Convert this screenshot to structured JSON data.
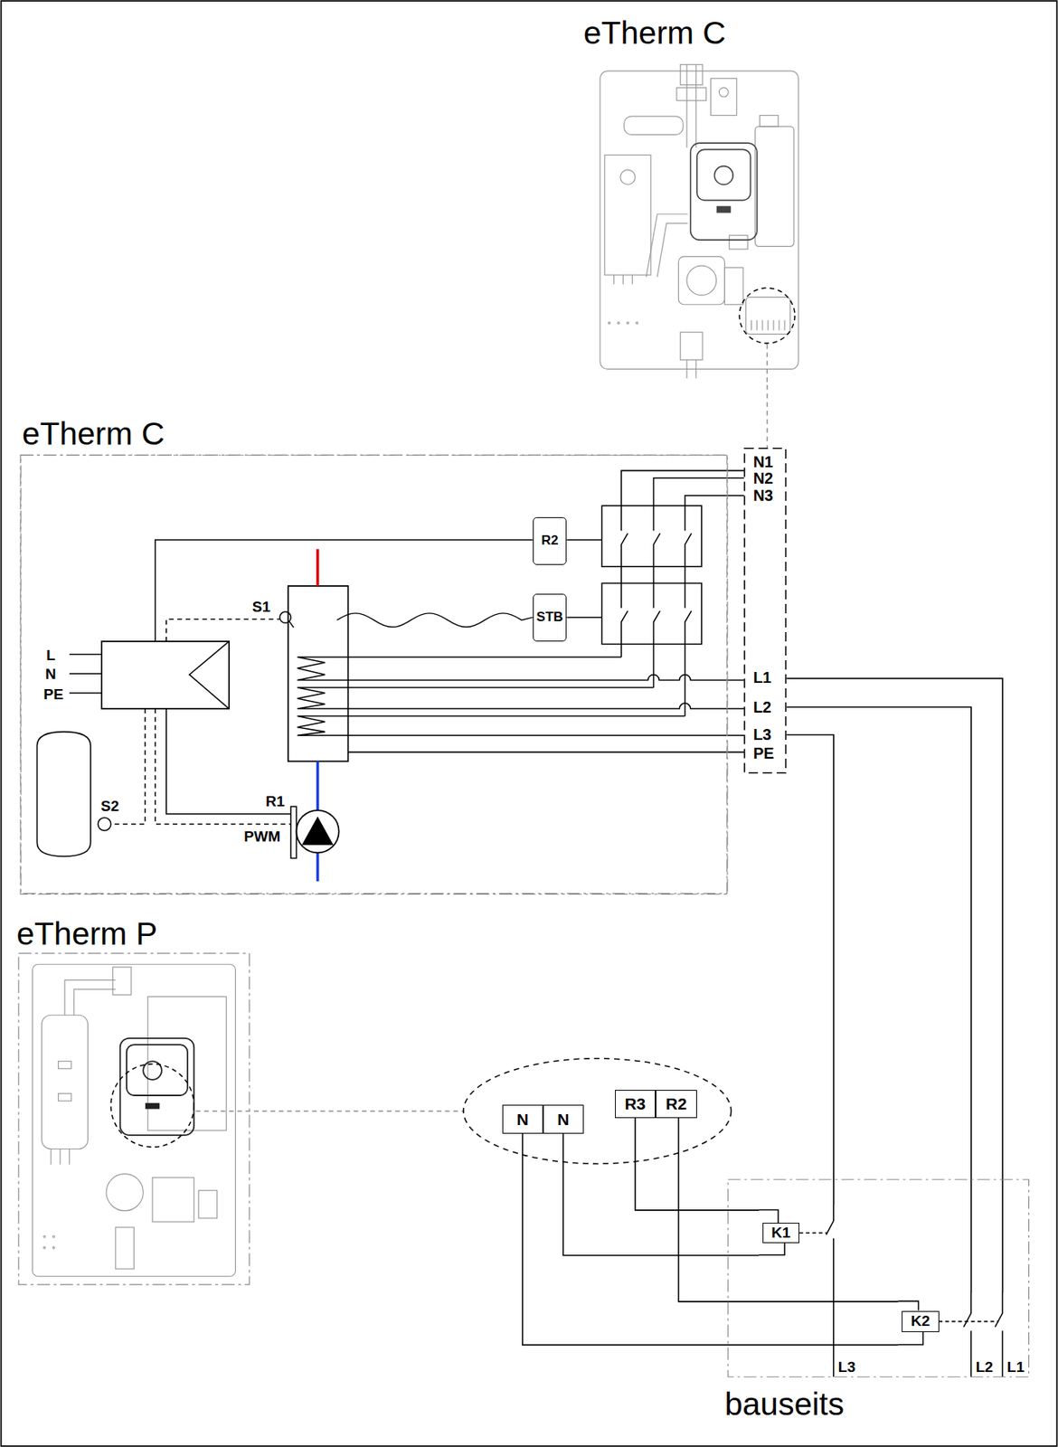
{
  "diagram": {
    "nodes": [
      {
        "text": [
          "eTherm C"
        ]
      },
      {
        "text": [
          "eTherm C"
        ]
      },
      {
        "text": [
          "R2"
        ],
        "in": 1
      },
      {
        "text": [
          "STB"
        ],
        "in": 1
      },
      {
        "text": [
          "N1",
          "N2",
          "N3",
          "L1",
          "L2",
          "L3",
          "PE"
        ]
      },
      {
        "text": [
          "eTherm P"
        ]
      },
      {
        "text": [
          "N"
        ]
      },
      {
        "text": [
          "N"
        ]
      },
      {
        "text": [
          "R3"
        ]
      },
      {
        "text": [
          "R2"
        ]
      },
      {
        "text": [
          "bauseits"
        ]
      },
      {
        "text": [
          "K1"
        ],
        "in": 10
      },
      {
        "text": [
          "K2"
        ],
        "in": 10
      }
    ],
    "edges": [
      {
        "from": 0,
        "to": 4,
        "arrow": "none"
      },
      {
        "from": 8,
        "to": 11,
        "arrow": "none"
      },
      {
        "from": 7,
        "to": 11,
        "arrow": "none"
      },
      {
        "from": 9,
        "to": 12,
        "arrow": "none"
      },
      {
        "from": 6,
        "to": 12,
        "arrow": "none"
      },
      {
        "from": 4,
        "to": 11,
        "arrow": "none"
      },
      {
        "from": 4,
        "to": 12,
        "arrow": "none"
      },
      {
        "from": 4,
        "to": 12,
        "arrow": "none"
      }
    ],
    "labels": [
      "L",
      "N",
      "PE",
      "S1",
      "R1",
      "PWM",
      "S2",
      "L3",
      "L2",
      "L1"
    ]
  }
}
